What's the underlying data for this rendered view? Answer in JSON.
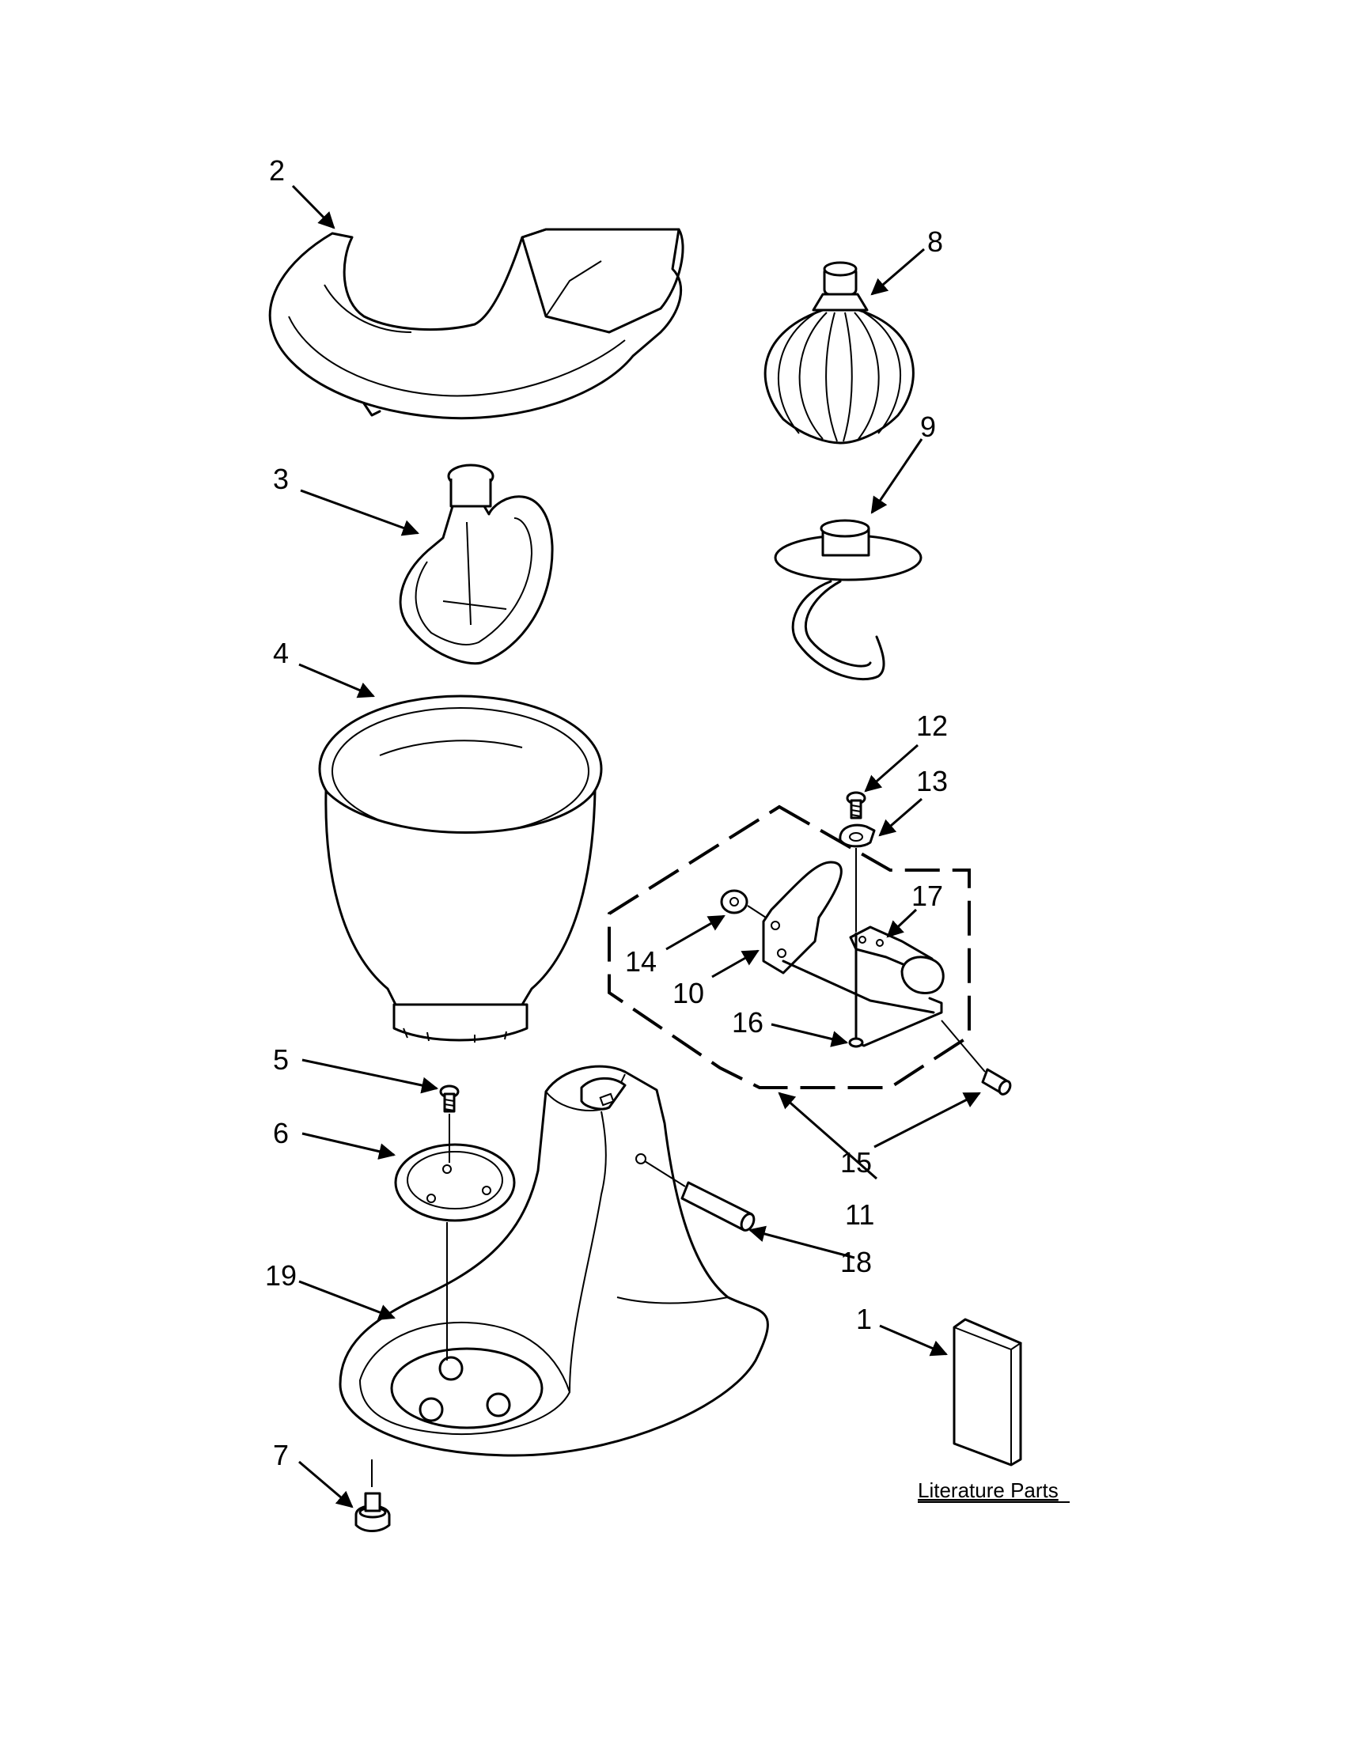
{
  "diagram": {
    "callouts": [
      {
        "id": "1",
        "text": "1"
      },
      {
        "id": "2",
        "text": "2"
      },
      {
        "id": "3",
        "text": "3"
      },
      {
        "id": "4",
        "text": "4"
      },
      {
        "id": "5",
        "text": "5"
      },
      {
        "id": "6",
        "text": "6"
      },
      {
        "id": "7",
        "text": "7"
      },
      {
        "id": "8",
        "text": "8"
      },
      {
        "id": "9",
        "text": "9"
      },
      {
        "id": "10",
        "text": "10"
      },
      {
        "id": "11",
        "text": "11"
      },
      {
        "id": "12",
        "text": "12"
      },
      {
        "id": "13",
        "text": "13"
      },
      {
        "id": "14",
        "text": "14"
      },
      {
        "id": "15",
        "text": "15"
      },
      {
        "id": "16",
        "text": "16"
      },
      {
        "id": "17",
        "text": "17"
      },
      {
        "id": "18",
        "text": "18"
      },
      {
        "id": "19",
        "text": "19"
      }
    ],
    "literature_label": "Literature Parts"
  }
}
